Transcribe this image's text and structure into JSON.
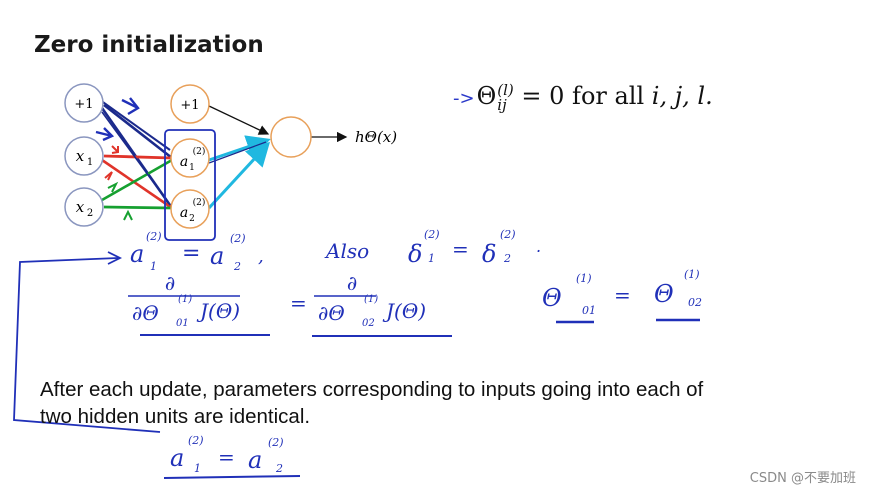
{
  "slide": {
    "title": "Zero initialization",
    "statement": {
      "arrow": "->",
      "theta": "Θ",
      "superscript": "(l)",
      "subscript": "ij",
      "equation_tail": "= 0 for all ",
      "variables": "i, j, l."
    },
    "network": {
      "input_bias": "+1",
      "input_x1": "x",
      "input_x1_sub": "1",
      "input_x2": "x",
      "input_x2_sub": "2",
      "hidden_bias": "+1",
      "hidden_a1": "a",
      "hidden_a1_sup": "(2)",
      "hidden_a1_sub": "1",
      "hidden_a2": "a",
      "hidden_a2_sup": "(2)",
      "hidden_a2_sub": "2",
      "output_label": "hΘ(x)"
    },
    "caption_line1": "After each update, parameters corresponding to inputs going into each of",
    "caption_line2": "two hidden units are identical."
  },
  "annotations": {
    "eq1_left": "a",
    "eq1_left_sup": "(2)",
    "eq1_left_sub": "1",
    "eq1_equals": "=",
    "eq1_right": "a",
    "eq1_right_sup": "(2)",
    "eq1_right_sub": "2",
    "also_text": "Also",
    "delta_left": "δ",
    "delta_left_sup": "(2)",
    "delta_left_sub": "1",
    "delta_equals": "=",
    "delta_right": "δ",
    "delta_right_sup": "(2)",
    "delta_right_sub": "2",
    "deriv1_numerator": "∂",
    "deriv1_denominator": "∂Θ",
    "deriv1_den_sup": "(1)",
    "deriv1_den_sub": "01",
    "deriv1_func": "J(Θ)",
    "deriv_equals": "=",
    "deriv2_numerator": "∂",
    "deriv2_denominator": "∂Θ",
    "deriv2_den_sup": "(1)",
    "deriv2_den_sub": "02",
    "deriv2_func": "J(Θ)",
    "theta_left": "Θ",
    "theta_left_sup": "(1)",
    "theta_left_sub": "01",
    "theta_equals": "=",
    "theta_right": "Θ",
    "theta_right_sup": "(1)",
    "theta_right_sub": "02",
    "bottom_left": "a",
    "bottom_left_sup": "(2)",
    "bottom_left_sub": "1",
    "bottom_equals": "=",
    "bottom_right": "a",
    "bottom_right_sup": "(2)",
    "bottom_right_sub": "2"
  },
  "watermark": "CSDN @不要加班",
  "colors": {
    "node_stroke": "#8a96bf",
    "hidden_node_stroke": "#e8a05a",
    "ink_blue": "#2030b8",
    "edge_navy": "#1b2a8c",
    "edge_red": "#e0342a",
    "edge_green": "#16a030",
    "edge_cyan": "#20b8e0"
  }
}
